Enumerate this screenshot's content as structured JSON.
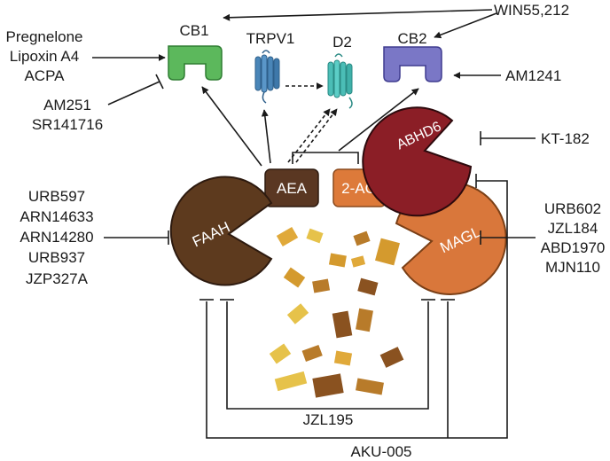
{
  "receptors": {
    "cb1": "CB1",
    "trpv1": "TRPV1",
    "d2": "D2",
    "cb2": "CB2"
  },
  "ligands": {
    "aea": "AEA",
    "two_ag": "2-AG"
  },
  "enzymes": {
    "faah": "FAAH",
    "magl": "MAGL",
    "abhd6": "ABHD6"
  },
  "compounds": {
    "win": "WIN55,212",
    "cb1_agonists": [
      "Pregnelone",
      "Lipoxin A4",
      "ACPA"
    ],
    "cb1_antagonists": [
      "AM251",
      "SR141716"
    ],
    "cb2_agonist": "AM1241",
    "abhd6_inhibitor": "KT-182",
    "faah_inhibitors": [
      "URB597",
      "ARN14633",
      "ARN14280",
      "URB937",
      "JZP327A"
    ],
    "magl_inhibitors": [
      "URB602",
      "JZL184",
      "ABD1970",
      "MJN110"
    ],
    "dual_inhibitor": "JZL195",
    "triple_inhibitor": "AKU-005"
  },
  "colors": {
    "cb1": "#5cb85c",
    "trpv1": "#4a86b8",
    "d2": "#4bbdb6",
    "cb2": "#7a77c6",
    "aea": "#5a3722",
    "two_ag": "#dd7a3a",
    "faah": "#5d3a1e",
    "magl": "#d9773b",
    "abhd6": "#8b1e26",
    "fragments": [
      "#e6c24a",
      "#d49a2e",
      "#b87b2a",
      "#8a5220",
      "#e0a93a"
    ]
  }
}
